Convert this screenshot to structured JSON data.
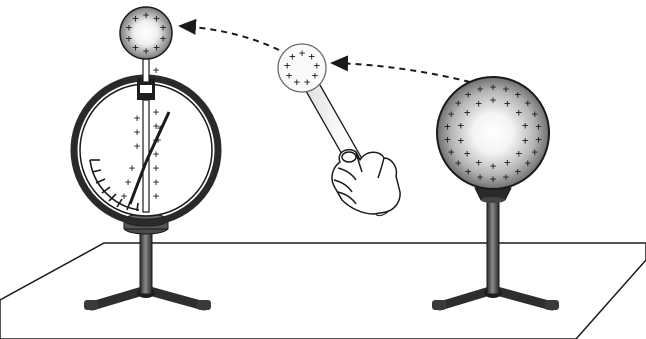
{
  "diagram": {
    "kind": "electrostatic-charge-transfer",
    "charge_symbol": "+",
    "objects": [
      {
        "id": "electroscope",
        "icon": "electroscope-icon",
        "charge": "positive"
      },
      {
        "id": "proof-plane",
        "icon": "proof-plane-icon",
        "charge": "positive"
      },
      {
        "id": "charged-sphere",
        "icon": "charged-sphere-icon",
        "charge": "positive"
      }
    ],
    "arrows": [
      {
        "from": "charged-sphere",
        "to": "proof-plane",
        "style": "dashed"
      },
      {
        "from": "proof-plane",
        "to": "electroscope",
        "style": "dashed"
      }
    ],
    "colors": {
      "stroke": "#1a1a1a",
      "stand": "#3a3a3a",
      "sphere_dark": "#6e6e6e",
      "sphere_light": "#ffffff"
    }
  }
}
